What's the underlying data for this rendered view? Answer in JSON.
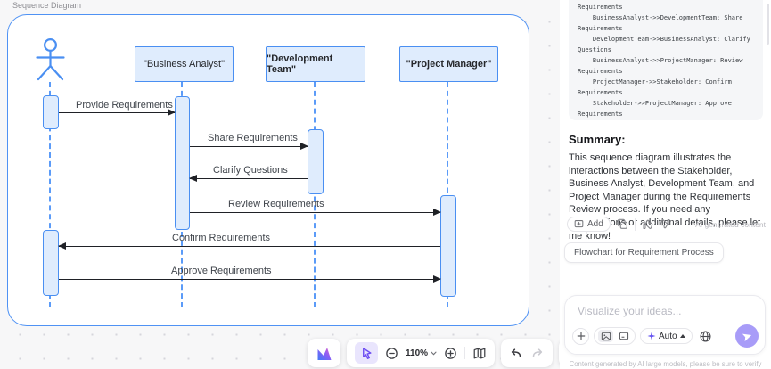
{
  "canvas": {
    "title": "Sequence Diagram",
    "actors": [
      "\"Business Analyst\"",
      "\"Development Team\"",
      "\"Project Manager\""
    ],
    "messages": [
      "Provide Requirements",
      "Share Requirements",
      "Clarify Questions",
      "Review Requirements",
      "Confirm Requirements",
      "Approve Requirements"
    ],
    "toolbar": {
      "zoom_level": "110%"
    }
  },
  "panel": {
    "code": "Requirements\n    BusinessAnalyst->>DevelopmentTeam: Share\nRequirements\n    DevelopmentTeam->>BusinessAnalyst: Clarify\nQuestions\n    BusinessAnalyst->>ProjectManager: Review\nRequirements\n    ProjectManager->>Stakeholder: Confirm\nRequirements\n    Stakeholder->>ProjectManager: Approve\nRequirements",
    "summary_heading": "Summary:",
    "summary_text": "This sequence diagram illustrates the interactions between the Stakeholder, Business Analyst, Development Team, and Project Manager during the Requirements Review process. If you need any modifications or additional details, please let me know!",
    "actions": {
      "add_label": "Add",
      "ai_note": "AI generated content"
    },
    "suggestion_chip": "Flowchart for Requirement Process",
    "input": {
      "placeholder": "Visualize your ideas...",
      "model_label": "Auto"
    },
    "footer_note": "Content generated by AI large models, please be sure to verify"
  },
  "colors": {
    "diagram_border": "#4a8ff2",
    "diagram_fill": "#dfecfd",
    "accent_purple": "#7a5af5",
    "send_button": "#a89cf8"
  }
}
